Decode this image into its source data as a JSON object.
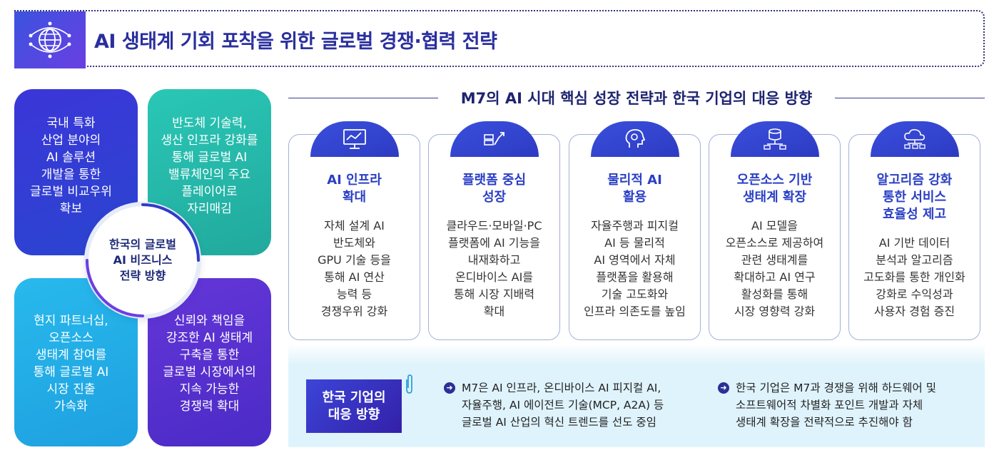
{
  "header": {
    "title": "AI 생태계 기회 포착을 위한 글로벌 경쟁·협력 전략",
    "icon": "globe-network-icon"
  },
  "strategy_quadrant": {
    "center": [
      "한국의 글로벌",
      "AI 비즈니스",
      "전략 방향"
    ],
    "top_left": [
      "국내 특화",
      "산업 분야의",
      "AI 솔루션",
      "개발을 통한",
      "글로벌 비교우위",
      "확보"
    ],
    "top_right": [
      "반도체 기술력,",
      "생산 인프라 강화를",
      "통해 글로벌 AI",
      "밸류체인의 주요",
      "플레이어로",
      "자리매김"
    ],
    "bottom_left": [
      "현지 파트너십,",
      "오픈소스",
      "생태계 참여를",
      "통해 글로벌 AI",
      "시장 진출",
      "가속화"
    ],
    "bottom_right": [
      "신뢰와 책임을",
      "강조한 AI 생태계",
      "구축을 통한",
      "글로벌 시장에서의",
      "지속 가능한",
      "경쟁력 확대"
    ],
    "colors": {
      "top_left": "#3b36d8",
      "top_right": "#2ac7b6",
      "bottom_left": "#28b9ec",
      "bottom_right": "#6436d8"
    }
  },
  "section_title": "M7의 AI 시대 핵심 성장 전략과 한국 기업의 대응 방향",
  "cards": [
    {
      "icon": "ai-chart-icon",
      "title": [
        "AI 인프라",
        "확대"
      ],
      "body": [
        "자체 설계 AI",
        "반도체와",
        "GPU 기술 등을",
        "통해 AI 연산",
        "능력 등",
        "경쟁우위 강화"
      ]
    },
    {
      "icon": "platform-growth-icon",
      "title": [
        "플랫폼 중심",
        "성장"
      ],
      "body": [
        "클라우드·모바일·PC",
        "플랫폼에 AI 기능을",
        "내재화하고",
        "온디바이스 AI를",
        "통해 시장 지배력",
        "확대"
      ]
    },
    {
      "icon": "ai-brain-icon",
      "title": [
        "물리적 AI",
        "활용"
      ],
      "body": [
        "자율주행과 피지컬",
        "AI 등 물리적",
        "AI 영역에서 자체",
        "플랫폼을 활용해",
        "기술 고도화와",
        "인프라 의존도를 높임"
      ]
    },
    {
      "icon": "open-source-database-icon",
      "title": [
        "오픈소스 기반",
        "생태계 확장"
      ],
      "body": [
        "AI 모델을",
        "오픈소스로 제공하여",
        "관련 생태계를",
        "확대하고 AI 연구",
        "활성화를 통해",
        "시장 영향력 강화"
      ]
    },
    {
      "icon": "cloud-algorithm-icon",
      "title": [
        "알고리즘 강화",
        "통한 서비스",
        "효율성 제고"
      ],
      "body": [
        "AI 기반 데이터",
        "분석과 알고리즘",
        "고도화를 통한 개인화",
        "강화로 수익성과",
        "사용자 경험 증진"
      ]
    }
  ],
  "response": {
    "label": [
      "한국 기업의",
      "대응 방향"
    ],
    "bullets": [
      [
        "M7은 AI 인프라, 온디바이스 AI 피지컬 AI,",
        "자율주행, AI 에이전트 기술(MCP, A2A) 등",
        "글로벌 AI 산업의 혁신 트렌드를 선도 중임"
      ],
      [
        "한국 기업은 M7과 경쟁을 위해 하드웨어 및",
        "소프트웨어적 차별화 포인트 개발과 자체",
        "생태계 확장을 전략적으로 추진해야 함"
      ]
    ]
  }
}
